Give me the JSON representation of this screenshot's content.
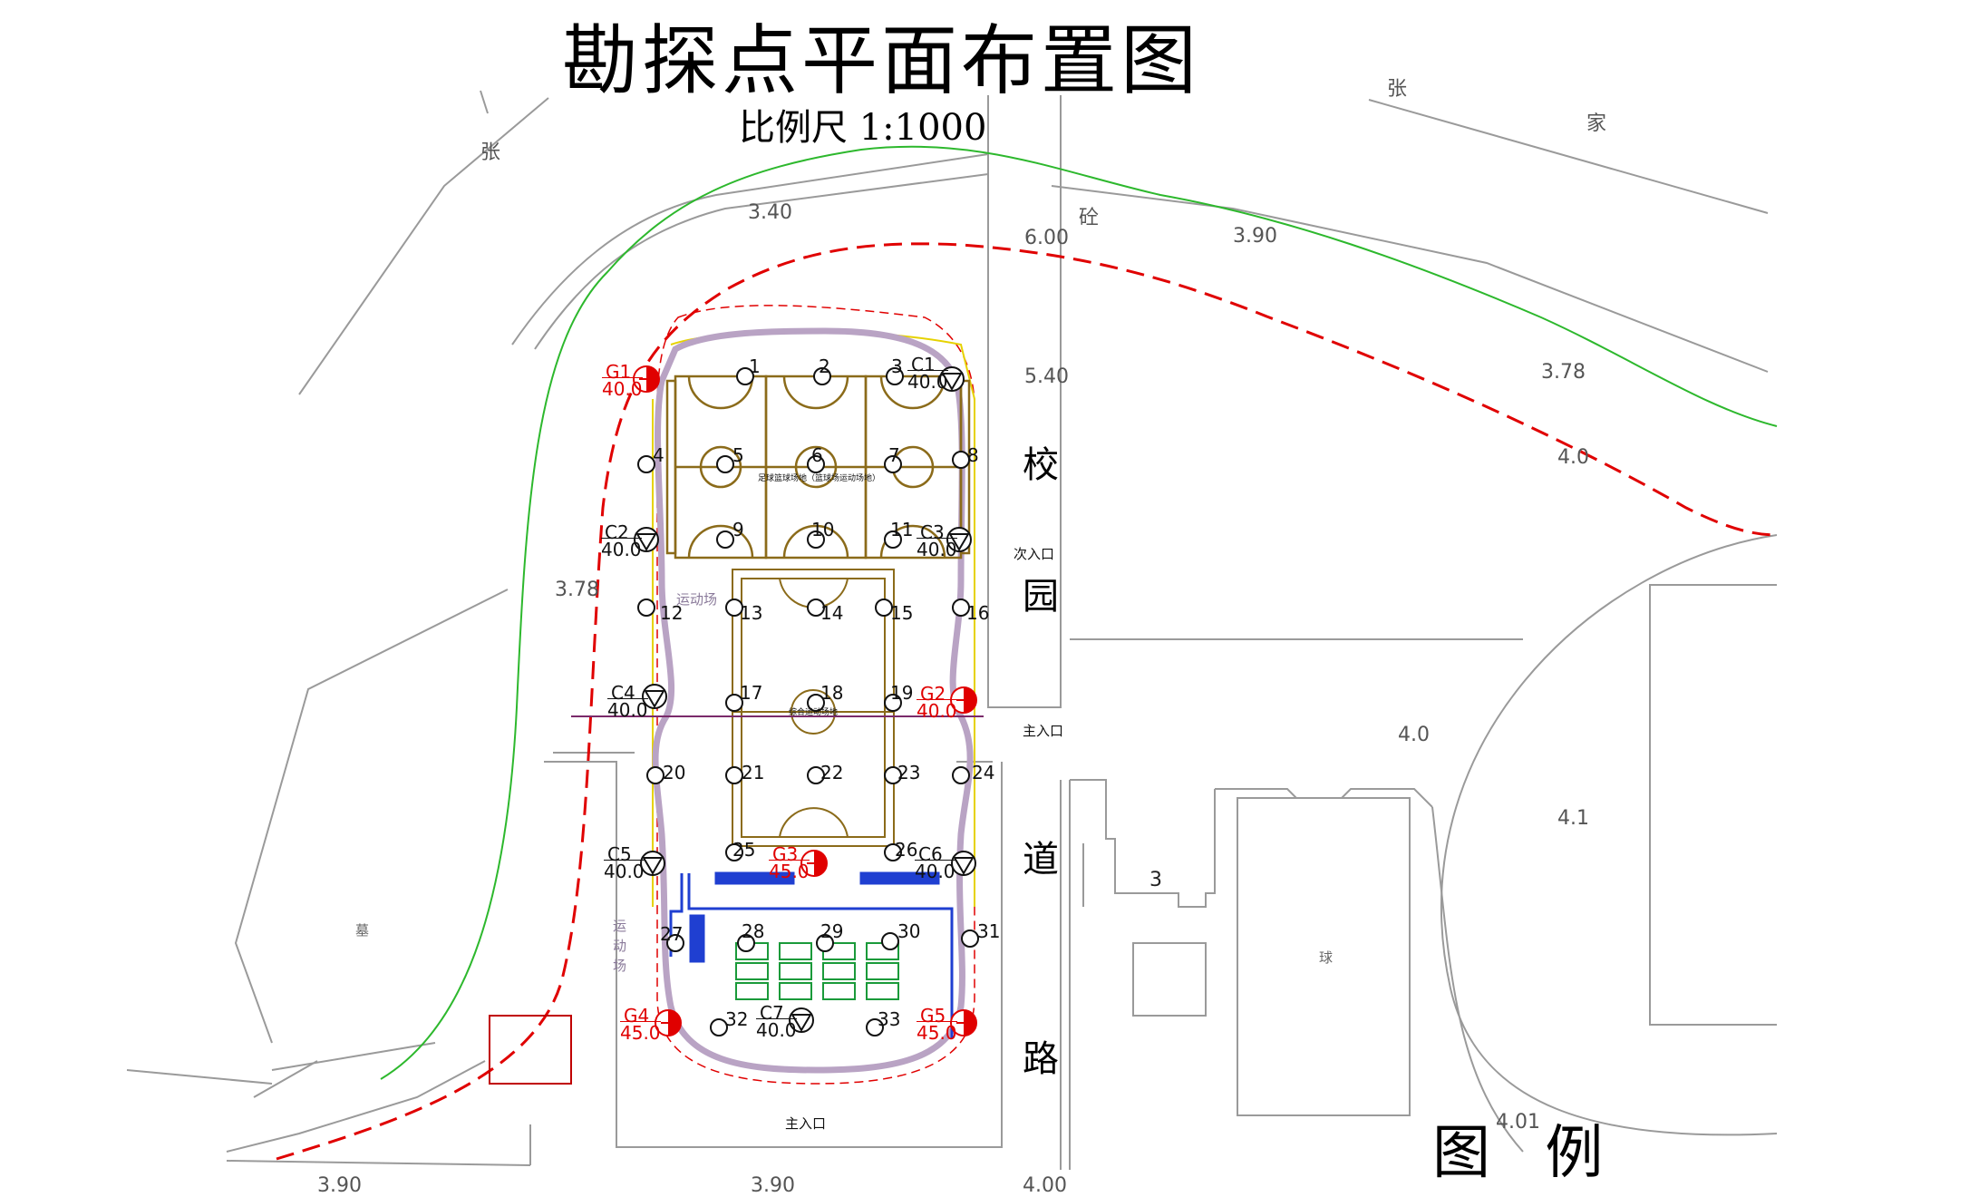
{
  "title": "勘探点平面布置图",
  "scale": "比例尺    1:1000",
  "legend_heading": "图  例",
  "road_chars": [
    "校",
    "园",
    "道",
    "路"
  ],
  "entrances": {
    "secondary": "次入口",
    "main_east": "主入口",
    "main_south": "主入口"
  },
  "area_labels": {
    "sports_field_1": "运动场",
    "sports_field_2": "运动场",
    "ball_court": "球",
    "tomb": "墓",
    "court_note": "足球篮球场地（篮球场运动场地）",
    "field_note": "综合运动场地"
  },
  "elevations": [
    "3.40",
    "3.78",
    "6.00",
    "5.40",
    "3.90",
    "3.78",
    "4.0",
    "4.0",
    "4.1",
    "4.01",
    "3.90",
    "3.90",
    "4.00"
  ],
  "place_text": [
    "张",
    "张",
    "家",
    "砼",
    "3"
  ],
  "boreholes": [
    {
      "id": "1"
    },
    {
      "id": "2"
    },
    {
      "id": "3"
    },
    {
      "id": "4"
    },
    {
      "id": "5"
    },
    {
      "id": "6"
    },
    {
      "id": "7"
    },
    {
      "id": "8"
    },
    {
      "id": "9"
    },
    {
      "id": "10"
    },
    {
      "id": "11"
    },
    {
      "id": "12"
    },
    {
      "id": "13"
    },
    {
      "id": "14"
    },
    {
      "id": "15"
    },
    {
      "id": "16"
    },
    {
      "id": "17"
    },
    {
      "id": "18"
    },
    {
      "id": "19"
    },
    {
      "id": "20"
    },
    {
      "id": "21"
    },
    {
      "id": "22"
    },
    {
      "id": "23"
    },
    {
      "id": "24"
    },
    {
      "id": "25"
    },
    {
      "id": "26"
    },
    {
      "id": "27"
    },
    {
      "id": "28"
    },
    {
      "id": "29"
    },
    {
      "id": "30"
    },
    {
      "id": "31"
    },
    {
      "id": "32"
    },
    {
      "id": "33"
    }
  ],
  "control_points": [
    {
      "id": "C1",
      "depth": "40.0"
    },
    {
      "id": "C2",
      "depth": "40.0"
    },
    {
      "id": "C3",
      "depth": "40.0"
    },
    {
      "id": "C4",
      "depth": "40.0"
    },
    {
      "id": "C5",
      "depth": "40.0"
    },
    {
      "id": "C6",
      "depth": "40.0"
    },
    {
      "id": "C7",
      "depth": "40.0"
    }
  ],
  "geo_points": [
    {
      "id": "G1",
      "depth": "40.0"
    },
    {
      "id": "G2",
      "depth": "40.0"
    },
    {
      "id": "G3",
      "depth": "45.0"
    },
    {
      "id": "G4",
      "depth": "45.0"
    },
    {
      "id": "G5",
      "depth": "45.0"
    }
  ],
  "colors": {
    "survey_boundary": "#e00000",
    "green_line": "#2db82d",
    "court": "#8b6b1a",
    "track": "#b9a3c4",
    "blue_building": "#1f3fd1",
    "green_grid": "#1a9a3a",
    "yellow_line": "#e6d200"
  }
}
